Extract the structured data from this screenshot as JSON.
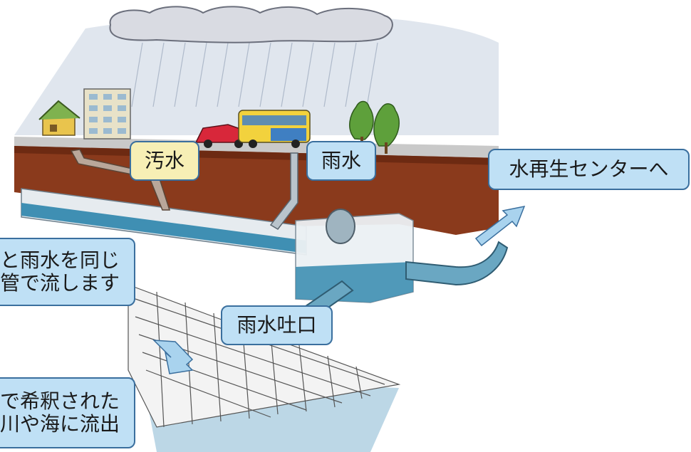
{
  "labels": {
    "sewage": "汚水",
    "rainwater": "雨水",
    "to_center": "水再生センターへ",
    "combined_line1": "と雨水を同じ",
    "combined_line2": "管で流します",
    "outlet": "雨水吐口",
    "dilute_line1": "で希釈された",
    "dilute_line2": "川や海に流出"
  },
  "colors": {
    "sky": "#d6dde8",
    "soil": "#8a3a1c",
    "soil_dark": "#6d2a12",
    "pipe": "#9fd0e6",
    "water": "#3f8fb3",
    "label_blue": "#bfe0f5",
    "label_yellow": "#f7efb5",
    "label_border": "#3a6f9e"
  },
  "icons": [
    "cloud-icon",
    "house-icon",
    "apartment-icon",
    "car-icon",
    "bus-icon",
    "tree-icon",
    "arrow-icon"
  ]
}
